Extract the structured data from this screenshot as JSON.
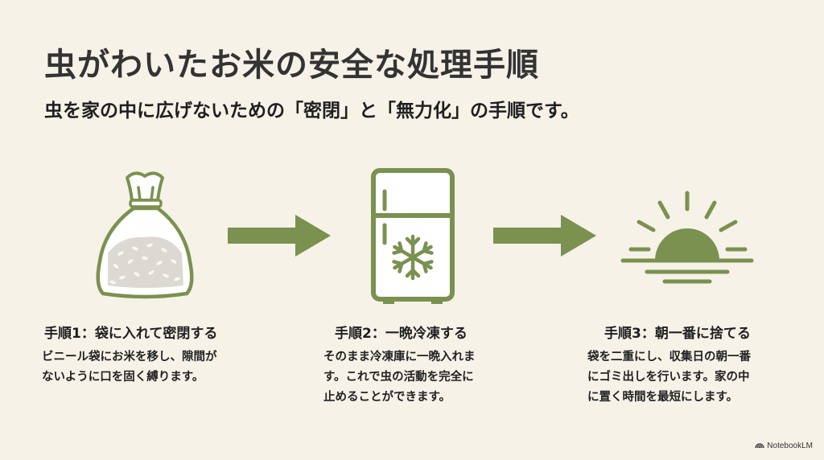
{
  "header": {
    "title": "虫がわいたお米の安全な処理手順",
    "subtitle": "虫を家の中に広げないための「密閉」と「無力化」の手順です。"
  },
  "colors": {
    "background": "#f6f2e8",
    "accent_green": "#7a9150",
    "text_dark": "#2b2b2b",
    "icon_fill_light": "#ffffff",
    "rice_gray": "#dcd9d2"
  },
  "steps": [
    {
      "icon": "rice-bag-icon",
      "title": "手順1：袋に入れて密閉する",
      "body": "ビニール袋にお米を移し、隙間が\n ないように口を固く縛ります。"
    },
    {
      "icon": "freezer-snowflake-icon",
      "title": "手順2：一晩冷凍する",
      "body": "そのまま冷凍庫に一晩入れま\nす。これで虫の活動を完全に\n止めることができます。"
    },
    {
      "icon": "sunrise-icon",
      "title": "手順3：朝一番に捨てる",
      "body": " 袋を二重にし、収集日の朝一番\nにゴミ出しを行います。家の中\n に置く時間を最短にします。"
    }
  ],
  "arrows": [
    "arrow-right-icon",
    "arrow-right-icon"
  ],
  "footer": {
    "brand_icon": "notebooklm-logo-icon",
    "brand": "NotebookLM"
  }
}
